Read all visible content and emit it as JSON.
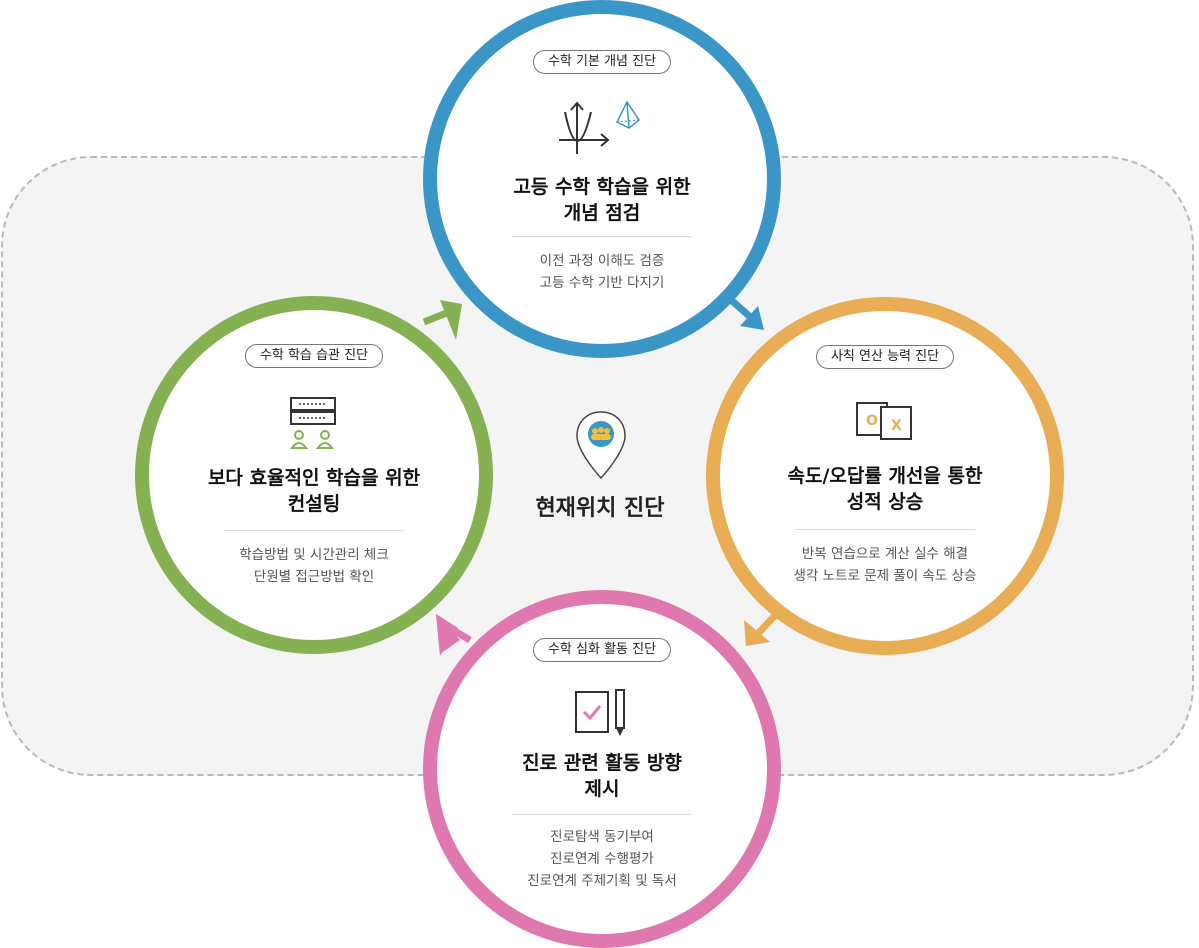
{
  "center": {
    "label": "현재위치 진단"
  },
  "cards": {
    "top": {
      "badge": "수학 기본 개념 진단",
      "title_line1": "고등 수학 학습을 위한",
      "title_line2": "개념 점검",
      "desc_line1": "이전 과정 이해도 검증",
      "desc_line2": "고등 수학 기반 다지기",
      "icon": "graph-axes-pyramid-icon",
      "color": "#3a96c6"
    },
    "right": {
      "badge": "사칙 연산 능력 진단",
      "title_line1": "속도/오답률 개선을 통한",
      "title_line2": "성적 상승",
      "desc_line1": "반복 연습으로 계산 실수 해결",
      "desc_line2": "생각 노트로 문제 풀이 속도 상승",
      "icon": "ox-cards-icon",
      "icon_o": "O",
      "icon_x": "X",
      "color": "#e8ad55"
    },
    "left": {
      "badge": "수학 학습 습관 진단",
      "title_line1": "보다 효율적인 학습을 위한",
      "title_line2": "컨설팅",
      "desc_line1": "학습방법 및 시간관리 체크",
      "desc_line2": "단원별 접근방법 확인",
      "icon": "chat-people-icon",
      "color": "#85b153"
    },
    "bottom": {
      "badge": "수학 심화 활동 진단",
      "title_line1": "진로 관련 활동 방향",
      "title_line2": "제시",
      "desc_line1": "진로탐색 동기부여",
      "desc_line2": "진로연계 수행평가",
      "desc_line3": "진로연계 주제기획 및 독서",
      "icon": "checklist-pencil-icon",
      "color": "#de78ae"
    }
  }
}
